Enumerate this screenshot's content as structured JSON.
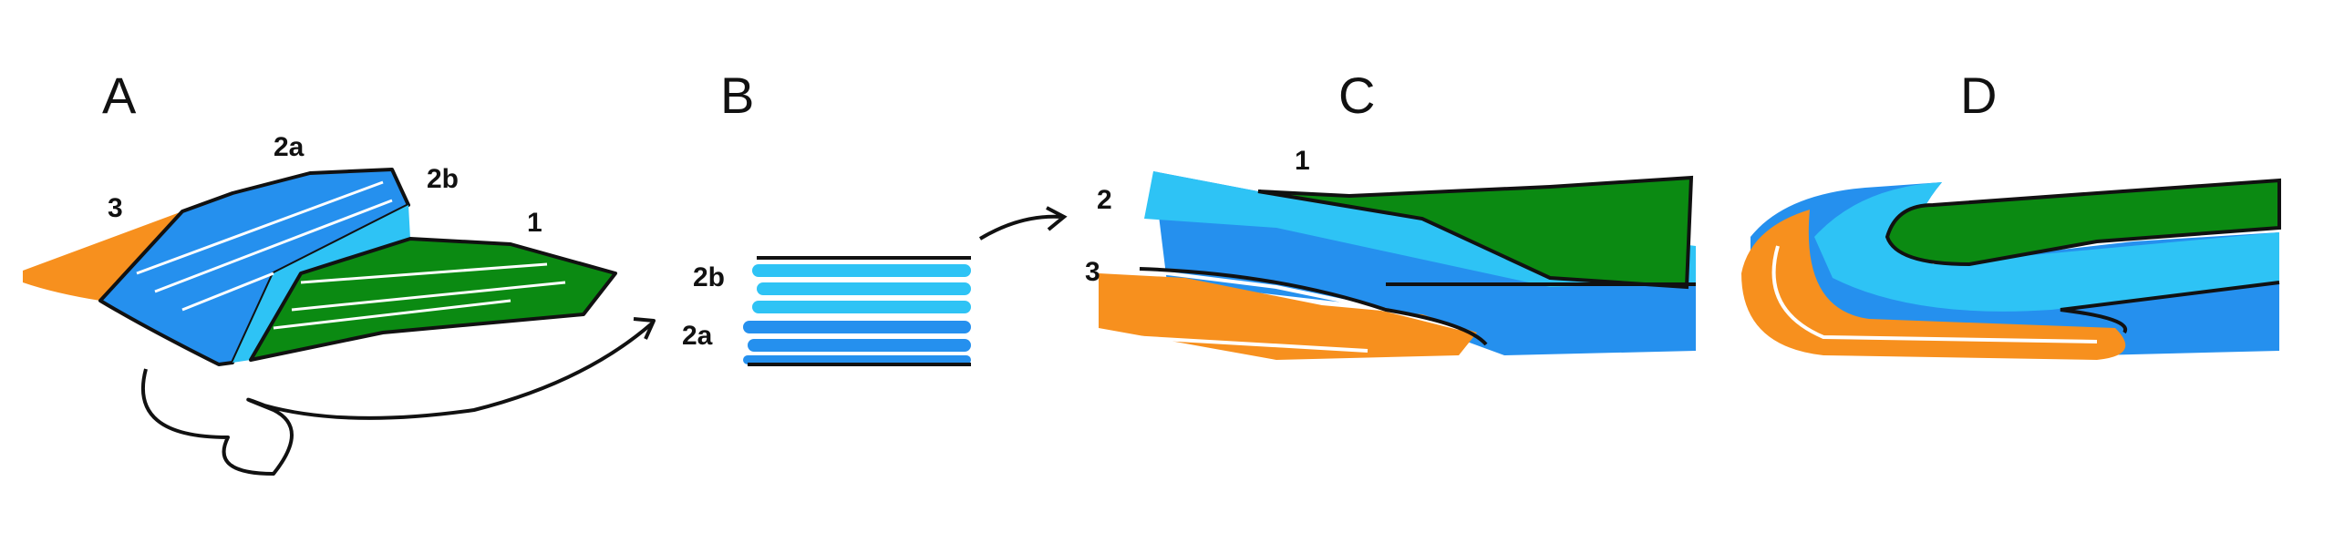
{
  "panels": {
    "a": {
      "title": "A",
      "labels": [
        "3",
        "2a",
        "2b",
        "1"
      ]
    },
    "b": {
      "title": "B",
      "labels": [
        "2b",
        "2a"
      ]
    },
    "c": {
      "title": "C",
      "labels": [
        "1",
        "2",
        "3"
      ]
    },
    "d": {
      "title": "D"
    }
  },
  "colors": {
    "unit1": "#0b8a12",
    "unit2a": "#2590ee",
    "unit2b": "#2ec3f5",
    "unit3": "#f7901e",
    "outline": "#111111"
  }
}
